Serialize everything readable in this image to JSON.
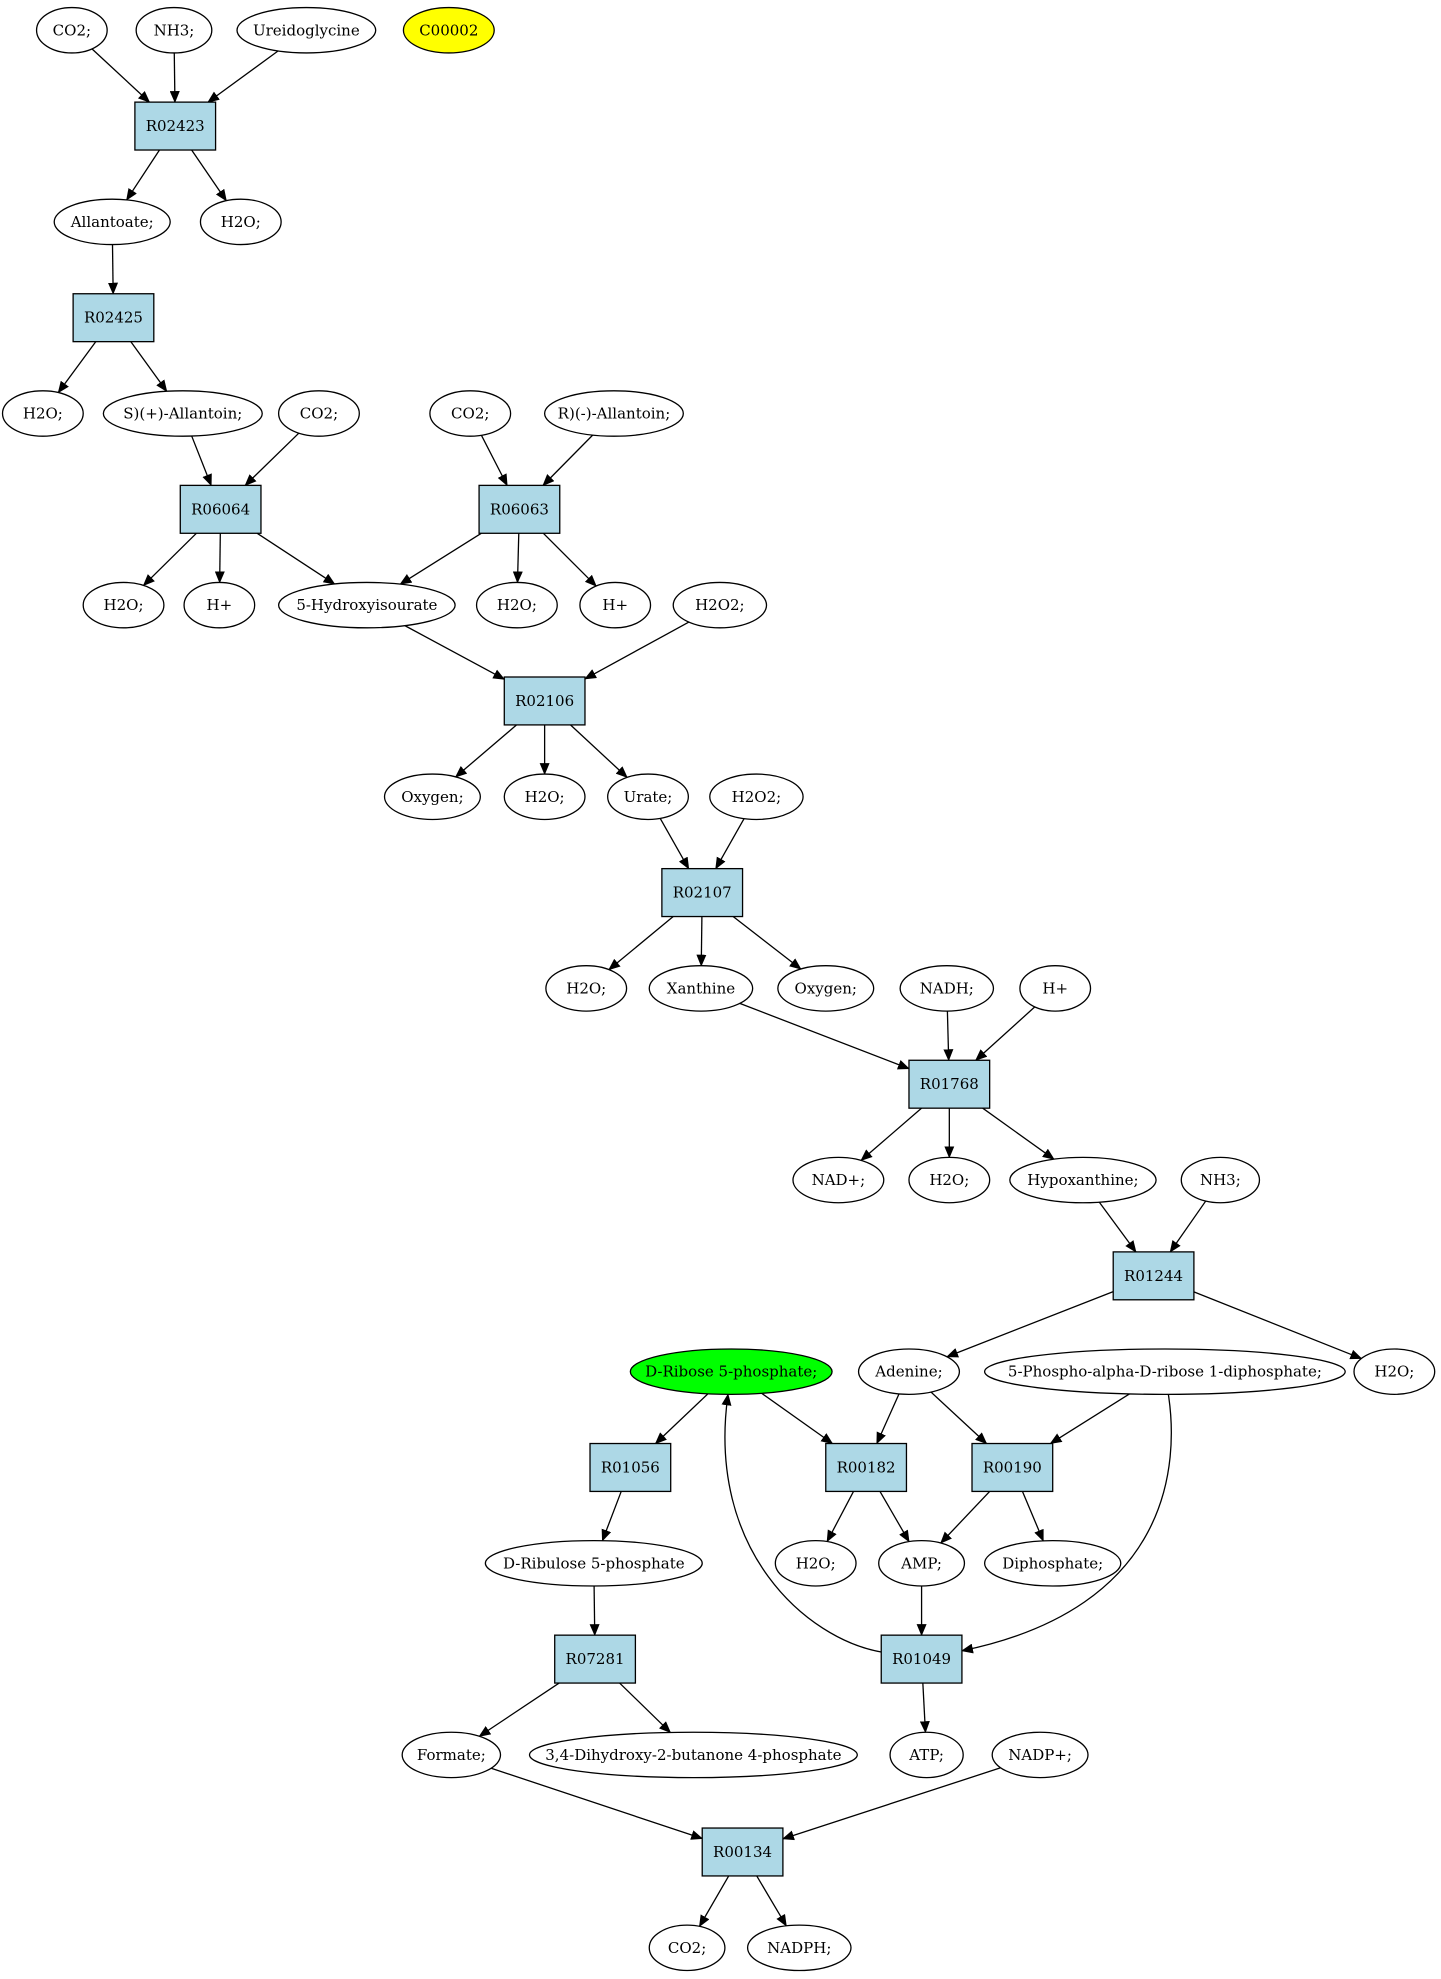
{
  "colors": {
    "reaction_fill": "#add8e6",
    "compound_fill": "#ffffff",
    "highlight_query": "#ffff00",
    "highlight_start": "#00ff00",
    "stroke": "#000000"
  },
  "graph": {
    "compounds": [
      {
        "id": "c1",
        "label": "CO2;"
      },
      {
        "id": "c2",
        "label": "NH3;"
      },
      {
        "id": "c3",
        "label": "Ureidoglycine"
      },
      {
        "id": "c4",
        "label": "C00002",
        "highlight": "query"
      },
      {
        "id": "c5",
        "label": "Allantoate;"
      },
      {
        "id": "c6",
        "label": "H2O;"
      },
      {
        "id": "c7",
        "label": "H2O;"
      },
      {
        "id": "c8",
        "label": "S)(+)-Allantoin;"
      },
      {
        "id": "c9",
        "label": "CO2;"
      },
      {
        "id": "c10",
        "label": "CO2;"
      },
      {
        "id": "c11",
        "label": "R)(-)-Allantoin;"
      },
      {
        "id": "c12",
        "label": "H2O;"
      },
      {
        "id": "c13",
        "label": "H+"
      },
      {
        "id": "c14",
        "label": "5-Hydroxyisourate"
      },
      {
        "id": "c15",
        "label": "H2O;"
      },
      {
        "id": "c16",
        "label": "H+"
      },
      {
        "id": "c17",
        "label": "H2O2;"
      },
      {
        "id": "c18",
        "label": "Oxygen;"
      },
      {
        "id": "c19",
        "label": "H2O;"
      },
      {
        "id": "c20",
        "label": "Urate;"
      },
      {
        "id": "c21",
        "label": "H2O2;"
      },
      {
        "id": "c22",
        "label": "H2O;"
      },
      {
        "id": "c23",
        "label": "Xanthine"
      },
      {
        "id": "c24",
        "label": "Oxygen;"
      },
      {
        "id": "c25",
        "label": "NADH;"
      },
      {
        "id": "c26",
        "label": "H+"
      },
      {
        "id": "c27",
        "label": "NAD+;"
      },
      {
        "id": "c28",
        "label": "H2O;"
      },
      {
        "id": "c29",
        "label": "Hypoxanthine;"
      },
      {
        "id": "c30",
        "label": "NH3;"
      },
      {
        "id": "c31",
        "label": "D-Ribose 5-phosphate;",
        "highlight": "start"
      },
      {
        "id": "c32",
        "label": "Adenine;"
      },
      {
        "id": "c33",
        "label": "5-Phospho-alpha-D-ribose 1-diphosphate;"
      },
      {
        "id": "c34",
        "label": "H2O;"
      },
      {
        "id": "c35",
        "label": "D-Ribulose 5-phosphate"
      },
      {
        "id": "c36",
        "label": "H2O;"
      },
      {
        "id": "c37",
        "label": "AMP;"
      },
      {
        "id": "c38",
        "label": "Diphosphate;"
      },
      {
        "id": "c39",
        "label": "Formate;"
      },
      {
        "id": "c40",
        "label": "3,4-Dihydroxy-2-butanone 4-phosphate"
      },
      {
        "id": "c41",
        "label": "ATP;"
      },
      {
        "id": "c42",
        "label": "NADP+;"
      },
      {
        "id": "c43",
        "label": "CO2;"
      },
      {
        "id": "c44",
        "label": "NADPH;"
      }
    ],
    "reactions": [
      {
        "id": "r1",
        "label": "R02423"
      },
      {
        "id": "r2",
        "label": "R02425"
      },
      {
        "id": "r3",
        "label": "R06064"
      },
      {
        "id": "r4",
        "label": "R06063"
      },
      {
        "id": "r5",
        "label": "R02106"
      },
      {
        "id": "r6",
        "label": "R02107"
      },
      {
        "id": "r7",
        "label": "R01768"
      },
      {
        "id": "r8",
        "label": "R01244"
      },
      {
        "id": "r9",
        "label": "R01056"
      },
      {
        "id": "r10",
        "label": "R00182"
      },
      {
        "id": "r11",
        "label": "R00190"
      },
      {
        "id": "r12",
        "label": "R07281"
      },
      {
        "id": "r13",
        "label": "R01049"
      },
      {
        "id": "r14",
        "label": "R00134"
      }
    ],
    "edges": [
      [
        "c1",
        "r1"
      ],
      [
        "c2",
        "r1"
      ],
      [
        "c3",
        "r1"
      ],
      [
        "r1",
        "c5"
      ],
      [
        "r1",
        "c6"
      ],
      [
        "c5",
        "r2"
      ],
      [
        "r2",
        "c7"
      ],
      [
        "r2",
        "c8"
      ],
      [
        "c8",
        "r3"
      ],
      [
        "c9",
        "r3"
      ],
      [
        "r3",
        "c12"
      ],
      [
        "r3",
        "c13"
      ],
      [
        "r3",
        "c14"
      ],
      [
        "c10",
        "r4"
      ],
      [
        "c11",
        "r4"
      ],
      [
        "r4",
        "c14"
      ],
      [
        "r4",
        "c15"
      ],
      [
        "r4",
        "c16"
      ],
      [
        "c14",
        "r5"
      ],
      [
        "c17",
        "r5"
      ],
      [
        "r5",
        "c18"
      ],
      [
        "r5",
        "c19"
      ],
      [
        "r5",
        "c20"
      ],
      [
        "c20",
        "r6"
      ],
      [
        "c21",
        "r6"
      ],
      [
        "r6",
        "c22"
      ],
      [
        "r6",
        "c23"
      ],
      [
        "r6",
        "c24"
      ],
      [
        "c23",
        "r7"
      ],
      [
        "c25",
        "r7"
      ],
      [
        "c26",
        "r7"
      ],
      [
        "r7",
        "c27"
      ],
      [
        "r7",
        "c28"
      ],
      [
        "r7",
        "c29"
      ],
      [
        "c29",
        "r8"
      ],
      [
        "c30",
        "r8"
      ],
      [
        "r8",
        "c32"
      ],
      [
        "r8",
        "c34"
      ],
      [
        "c31",
        "r9"
      ],
      [
        "r9",
        "c35"
      ],
      [
        "c31",
        "r10"
      ],
      [
        "c32",
        "r10"
      ],
      [
        "r10",
        "c36"
      ],
      [
        "r10",
        "c37"
      ],
      [
        "c32",
        "r11"
      ],
      [
        "c33",
        "r11"
      ],
      [
        "r11",
        "c37"
      ],
      [
        "r11",
        "c38"
      ],
      [
        "c35",
        "r12"
      ],
      [
        "r12",
        "c39"
      ],
      [
        "r12",
        "c40"
      ],
      [
        "c37",
        "r13"
      ],
      [
        "c33",
        "r13"
      ],
      [
        "r13",
        "c31"
      ],
      [
        "r13",
        "c41"
      ],
      [
        "c39",
        "r14"
      ],
      [
        "c42",
        "r14"
      ],
      [
        "r14",
        "c43"
      ],
      [
        "r14",
        "c44"
      ]
    ]
  }
}
